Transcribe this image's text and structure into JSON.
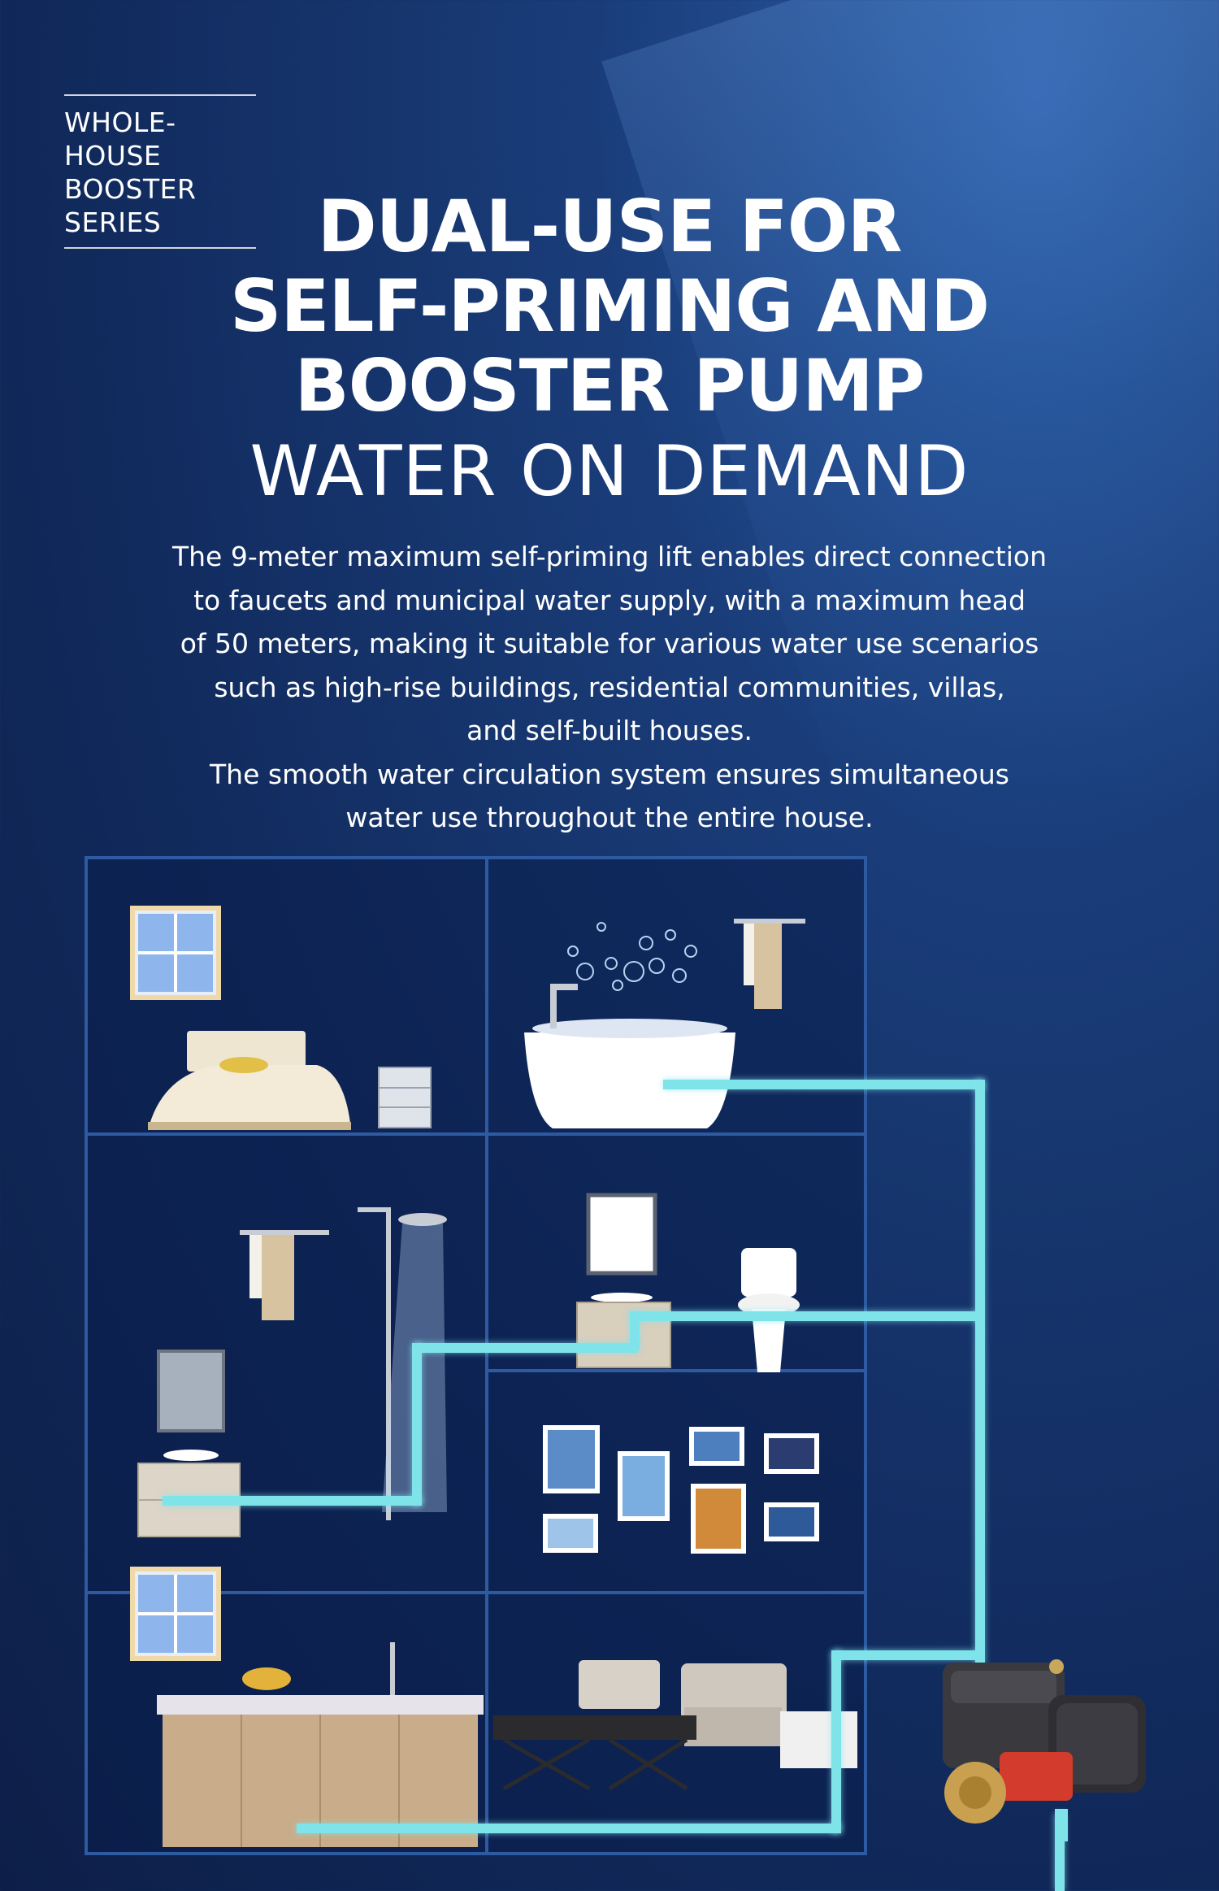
{
  "series_label": [
    "WHOLE-HOUSE",
    "BOOSTER SERIES"
  ],
  "headline": [
    "DUAL-USE FOR",
    "SELF-PRIMING AND",
    "BOOSTER PUMP"
  ],
  "subheadline": "WATER ON DEMAND",
  "description": [
    "The 9-meter maximum self-priming lift enables direct connection",
    "to faucets and municipal water supply, with a maximum head",
    "of 50 meters, making it suitable for various water use scenarios",
    "such as high-rise buildings, residential communities, villas,",
    "and self-built houses.",
    "The smooth water circulation system ensures simultaneous",
    "water use throughout the entire house."
  ],
  "colors": {
    "background": "#112a5c",
    "room_border": "#2d5aa0",
    "pipe": "#7fe3ea"
  },
  "rooms": [
    "bedroom",
    "bathtub-room",
    "shower-room",
    "toilet-room",
    "gallery",
    "kitchen",
    "living-room"
  ],
  "product": "booster-pump"
}
